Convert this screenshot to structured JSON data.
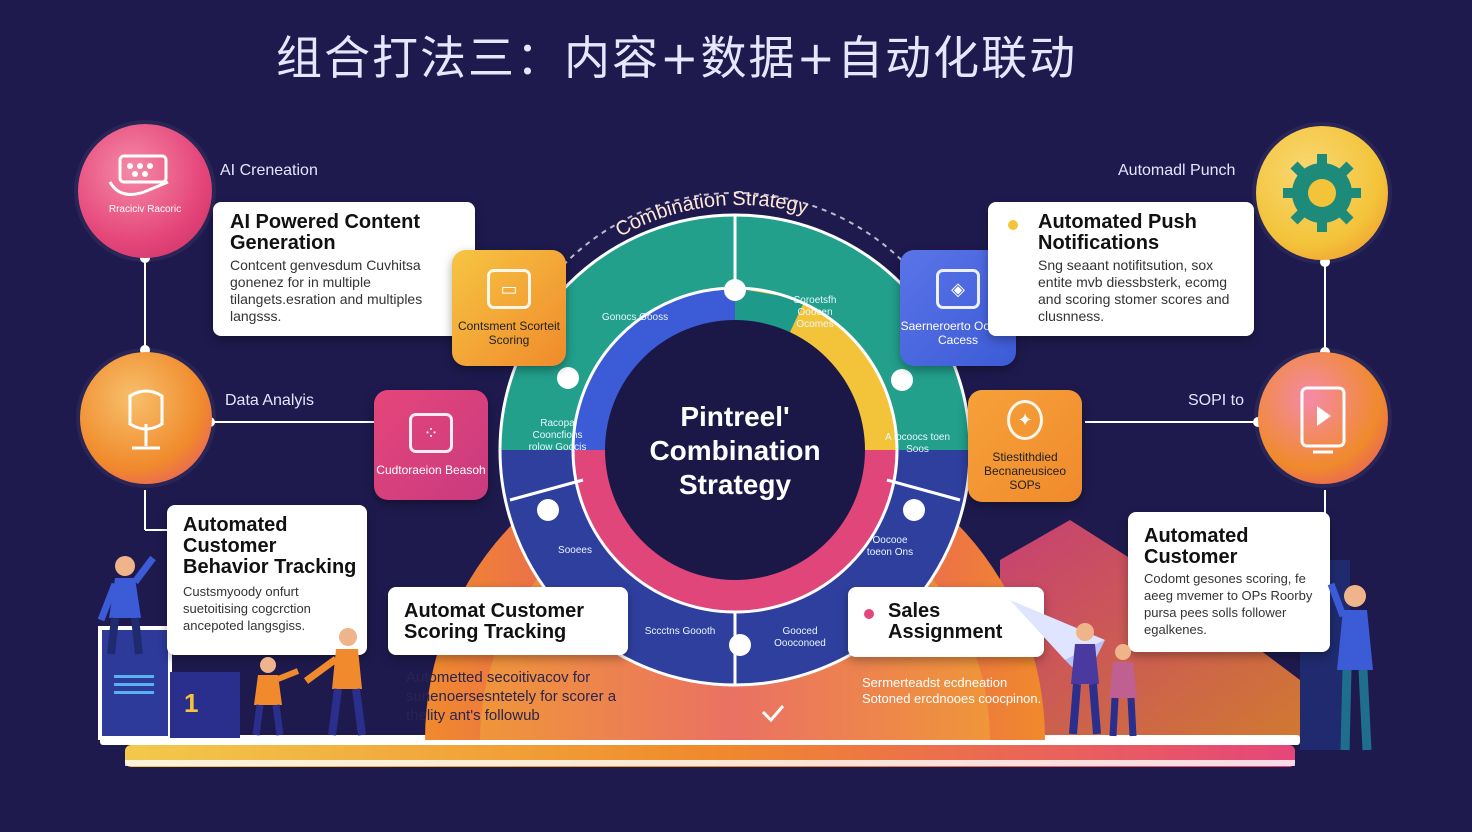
{
  "title": "组合打法三：内容+数据+自动化联动",
  "center": {
    "line1": "Pintreel'",
    "line2": "Combination",
    "line3": "Strategy"
  },
  "ring_label": "Combination Strategy",
  "left_top": {
    "circle_text": "Rraciciv Racoric",
    "label": "AI Creneation",
    "card_title": "AI Powered Content Generation",
    "card_body": "Contcent genvesdum Cuvhitsa gonenez for in multiple tilangets.esration and multiples langsss."
  },
  "left_mid": {
    "label": "Data Analyis",
    "tile_text": "Cudtoraeion Beasoh"
  },
  "left_bottom": {
    "card_title": "Automated Customer Behavior Tracking",
    "card_body": "Custsmyoody onfurt suetoitising cogcrction ancepoted langsgiss.",
    "badge": "1"
  },
  "center_bottom": {
    "card_title": "Automat Customer Scoring Tracking",
    "body": "Autometted secoitivacov for sunenoersesntetely for scorer a thelity ant's followub"
  },
  "right_top": {
    "label": "Automadl Punch",
    "card_title": "Automated Push Notifications",
    "card_body": "Sng seaant notifitsution, sox entite mvb diessbsterk, ecomg and scoring stomer scores and clusnness."
  },
  "right_mid": {
    "label": "SOPI to",
    "tile_text": "Stiestithdied Becnaneusiceo SOPs"
  },
  "right_bottom": {
    "card_title": "Automated Customer",
    "card_body": "Codomt gesones scoring, fe aeeg mvemer to OPs Roorby pursa pees solls follower egalkenes."
  },
  "sales": {
    "title": "Sales Assignment",
    "body": "Sermerteadst ecdneation Sotoned ercdnooes coocpinon."
  },
  "tiles": {
    "content_scoring": "Contsment Scorteit Scoring",
    "customer_scores": "Saerneroerto Oooecs Cacess"
  },
  "ring_texts": {
    "a": "Gonocs Gooss",
    "b": "Soroetsfh Ooocen Ocomes",
    "c": "Racopa Cooncfions rolow Goocis",
    "d": "A locoocs toen Soos",
    "e": "Oocooe toeon Ons",
    "f": "Sooees",
    "g": "Sccctns Goooth",
    "h": "Gooced Oooconoed"
  },
  "colors": {
    "bg": "#1e1a4e",
    "pink": "#e5467a",
    "orange": "#f08a2c",
    "yellow": "#f3c43a",
    "teal": "#1e9a8a",
    "navy": "#2a2e8c",
    "blue": "#3c5bd6"
  }
}
